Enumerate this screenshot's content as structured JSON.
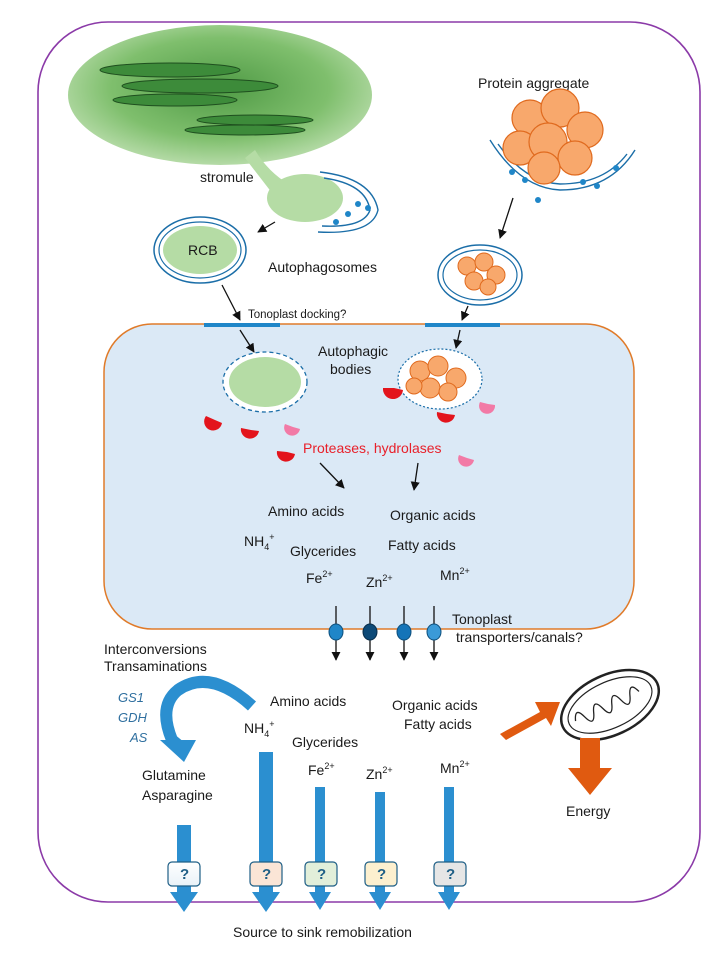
{
  "labels": {
    "protein_aggregate": "Protein aggregate",
    "stromule": "stromule",
    "rcb": "RCB",
    "autophagosomes": "Autophagosomes",
    "tonoplast_docking": "Tonoplast docking?",
    "autophagic_bodies_1": "Autophagic",
    "autophagic_bodies_2": "bodies",
    "proteases": "Proteases, hydrolases",
    "tonoplast_transporters_1": "Tonoplast",
    "tonoplast_transporters_2": "transporters/canals?",
    "interconversions": "Interconversions",
    "transaminations": "Transaminations",
    "gs1": "GS1",
    "gdh": "GDH",
    "as": "AS",
    "glutamine": "Glutamine",
    "asparagine": "Asparagine",
    "energy": "Energy",
    "source_to_sink": "Source to sink remobilization",
    "question": "?"
  },
  "vacuole_products": {
    "amino_acids": "Amino acids",
    "organic_acids": "Organic acids",
    "nh4": "NH",
    "nh4_sub": "4",
    "nh4_sup": "+",
    "glycerides": "Glycerides",
    "fatty_acids": "Fatty acids",
    "fe": "Fe",
    "fe_sup": "2+",
    "zn": "Zn",
    "zn_sup": "2+",
    "mn": "Mn",
    "mn_sup": "2+"
  },
  "cytosol_products": {
    "amino_acids": "Amino acids",
    "organic_acids": "Organic acids",
    "fatty_acids": "Fatty acids",
    "nh4": "NH",
    "nh4_sub": "4",
    "nh4_sup": "+",
    "glycerides": "Glycerides",
    "fe": "Fe",
    "fe_sup": "2+",
    "zn": "Zn",
    "zn_sup": "2+",
    "mn": "Mn",
    "mn_sup": "2+"
  },
  "colors": {
    "cell_border": "#8b3aa8",
    "vacuole_fill": "#dbe9f6",
    "vacuole_border": "#e07b2a",
    "chloroplast_fill": "#6fae5f",
    "stromule_fill": "#b5dca5",
    "aggregate_fill": "#f8a86c",
    "aggregate_stroke": "#e06a1e",
    "transporter_blue": "#1f86c8",
    "arrow_blue": "#2b8fd0",
    "protease_red": "#e3141c",
    "hydrolase_pink": "#f27aa6",
    "energy_arrow": "#e05a10"
  }
}
